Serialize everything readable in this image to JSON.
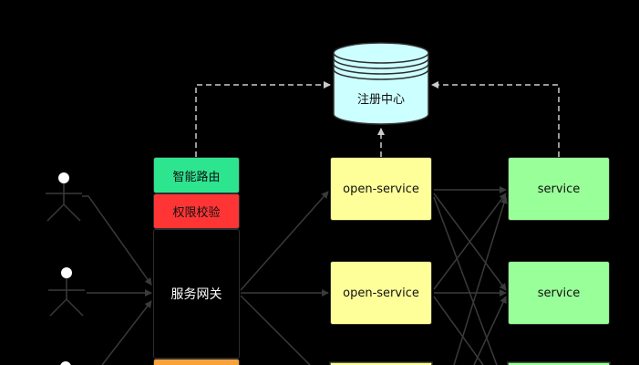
{
  "registry": {
    "label": "注册中心"
  },
  "gateway": {
    "label": "服务网关",
    "modules": [
      {
        "label": "智能路由",
        "color": "#2ee58f"
      },
      {
        "label": "权限校验",
        "color": "#ff3535"
      }
    ],
    "partial_module_color": "#f7a23a"
  },
  "open_services": [
    {
      "label": "open-service"
    },
    {
      "label": "open-service"
    }
  ],
  "services": [
    {
      "label": "service"
    },
    {
      "label": "service"
    }
  ],
  "colors": {
    "background": "#000000",
    "open_service_fill": "#ffff99",
    "service_fill": "#99ff99",
    "registry_fill": "#ccffff",
    "gateway_fill": "#000000",
    "edge": "#333333"
  }
}
